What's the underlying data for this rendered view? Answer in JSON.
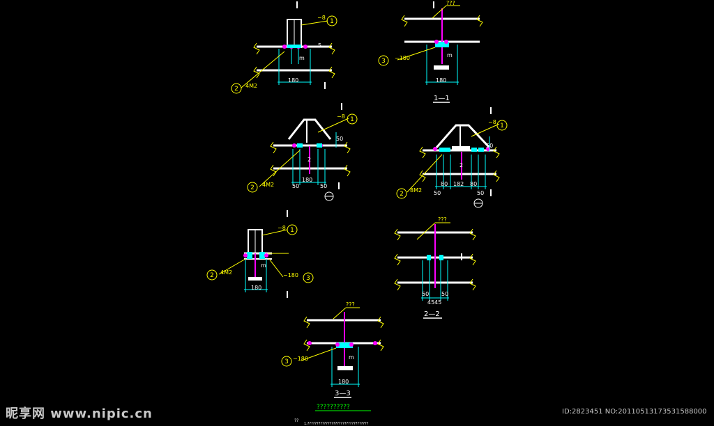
{
  "watermark": {
    "logo": "昵享网 www.nipic.cn",
    "id_text": "ID:2823451 NO:20110513173531588000"
  },
  "colors": {
    "background": "#000000",
    "beam": "#ffffff",
    "dimension": "#00ffff",
    "weld": "#ff00ff",
    "label": "#ffff00"
  },
  "labels": {
    "plate_8": "−8",
    "bolts_4m2": "4M2",
    "bolts_8m2": "8M2",
    "plate_180": "−180",
    "beam_q": "???",
    "dim_180": "180",
    "dim_50": "50",
    "dim_80": "80",
    "dim_182": "182",
    "dim_4545": "4545",
    "m": "m",
    "two": "2",
    "section_1": "1—1",
    "section_2": "2—2",
    "section_3": "3—3",
    "callout_1": "1",
    "callout_2": "2",
    "callout_3": "3",
    "note_title": "??????????",
    "note_a": "??",
    "note_b": "1.?????????????????????????????????"
  }
}
